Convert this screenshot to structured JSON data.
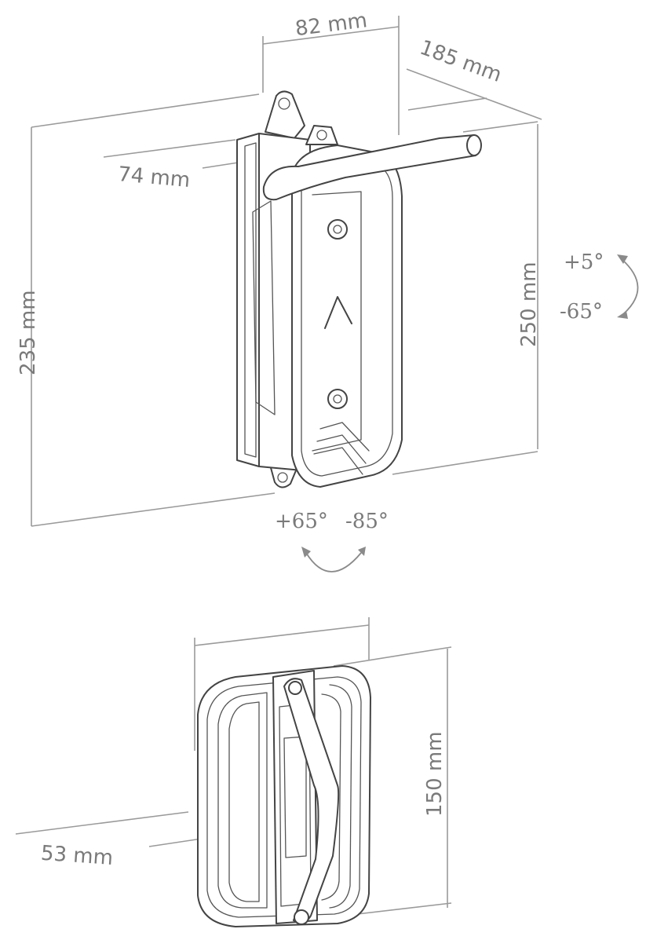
{
  "diagram": {
    "dimensions": {
      "width_top": "82 mm",
      "depth": "185 mm",
      "arm_offset": "74 mm",
      "wall_height": "235 mm",
      "device_height": "250 mm",
      "bottom_width": "53 mm",
      "bottom_height": "150 mm"
    },
    "angles": {
      "tilt_up": "+5°",
      "tilt_down": "-65°",
      "swivel_left": "+65°",
      "swivel_right": "-85°"
    },
    "colors": {
      "dimension_lines": "#9a9a9a",
      "outline": "#444444",
      "label_text": "#7a7a7a"
    }
  }
}
